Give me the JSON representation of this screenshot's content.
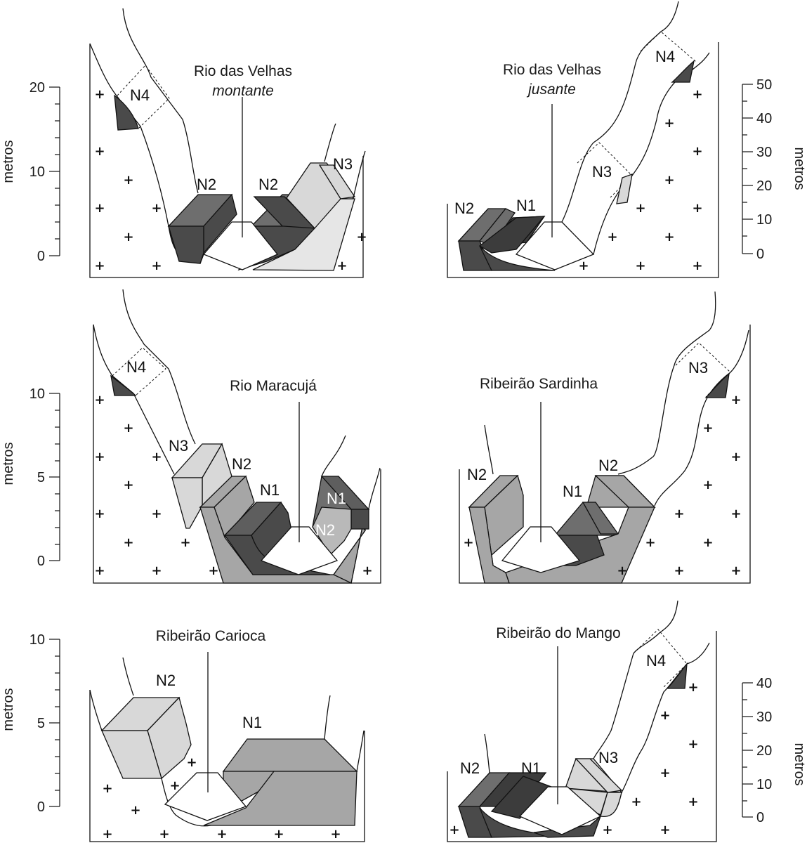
{
  "panels": {
    "velhas_montante": {
      "title_line1": "Rio das Velhas",
      "title_line2": "montante",
      "axis_label": "metros",
      "ticks": [
        "20",
        "10",
        "0"
      ],
      "levels": [
        "N4",
        "N2",
        "N2",
        "N3"
      ]
    },
    "velhas_jusante": {
      "title_line1": "Rio das Velhas",
      "title_line2": "jusante",
      "axis_label": "metros",
      "ticks": [
        "50",
        "40",
        "30",
        "20",
        "10",
        "0"
      ],
      "levels": [
        "N4",
        "N3",
        "N2",
        "N1"
      ]
    },
    "maracuja": {
      "title": "Rio Maracujá",
      "axis_label": "metros",
      "ticks": [
        "10",
        "5",
        "0"
      ],
      "levels": [
        "N4",
        "N3",
        "N2",
        "N1",
        "N1",
        "N2"
      ]
    },
    "sardinha": {
      "title": "Ribeirão Sardinha",
      "levels": [
        "N3",
        "N2",
        "N1",
        "N2"
      ]
    },
    "carioca": {
      "title": "Ribeirão Carioca",
      "axis_label": "metros",
      "ticks": [
        "10",
        "5",
        "0"
      ],
      "levels": [
        "N2",
        "N1"
      ]
    },
    "mango": {
      "title": "Ribeirão do Mango",
      "axis_label": "metros",
      "ticks": [
        "40",
        "30",
        "20",
        "10",
        "0"
      ],
      "levels": [
        "N4",
        "N2",
        "N1",
        "N3"
      ]
    }
  },
  "bedrock_symbol": "+"
}
